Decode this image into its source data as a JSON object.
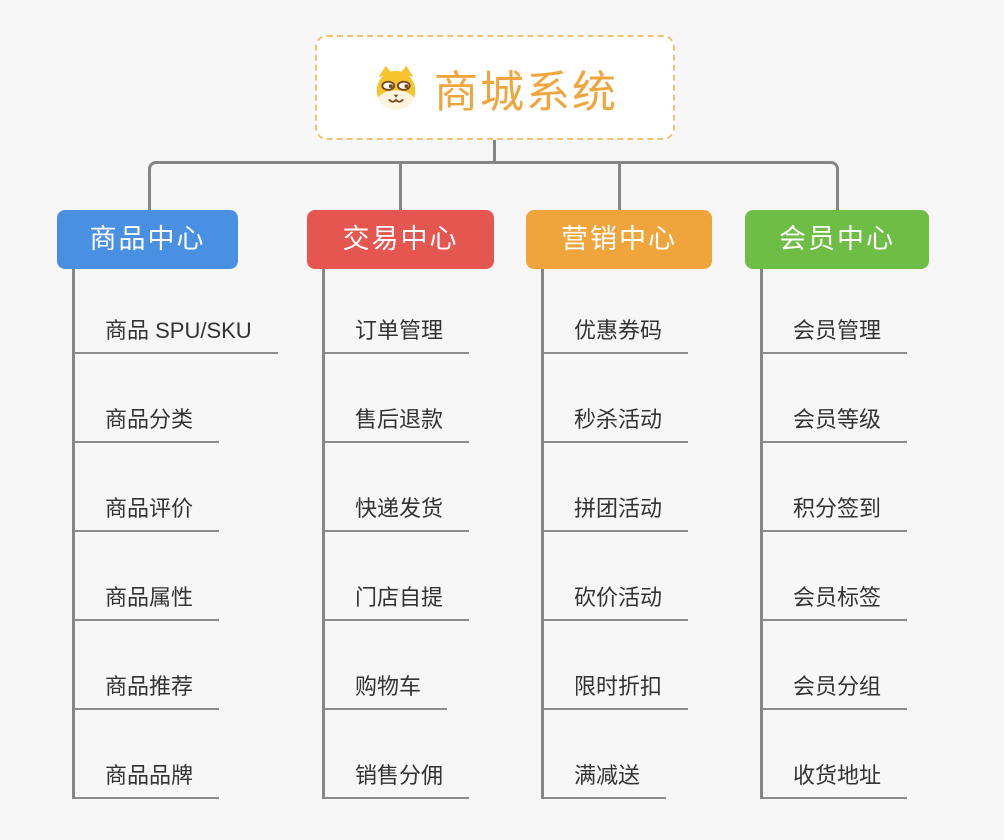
{
  "canvas": {
    "background": "#f7f7f7",
    "line_color": "#868686"
  },
  "root": {
    "title": "商城系统",
    "icon": "dog-face-icon",
    "title_color": "#f0a63c",
    "border_color": "#f2c272"
  },
  "branches": [
    {
      "id": "product-center",
      "label": "商品中心",
      "color": "#4a90e2",
      "items": [
        "商品 SPU/SKU",
        "商品分类",
        "商品评价",
        "商品属性",
        "商品推荐",
        "商品品牌"
      ]
    },
    {
      "id": "trade-center",
      "label": "交易中心",
      "color": "#e4564f",
      "items": [
        "订单管理",
        "售后退款",
        "快递发货",
        "门店自提",
        "购物车",
        "销售分佣"
      ]
    },
    {
      "id": "marketing-center",
      "label": "营销中心",
      "color": "#efa53c",
      "items": [
        "优惠券码",
        "秒杀活动",
        "拼团活动",
        "砍价活动",
        "限时折扣",
        "满减送"
      ]
    },
    {
      "id": "member-center",
      "label": "会员中心",
      "color": "#6ebd45",
      "items": [
        "会员管理",
        "会员等级",
        "积分签到",
        "会员标签",
        "会员分组",
        "收货地址"
      ]
    }
  ]
}
